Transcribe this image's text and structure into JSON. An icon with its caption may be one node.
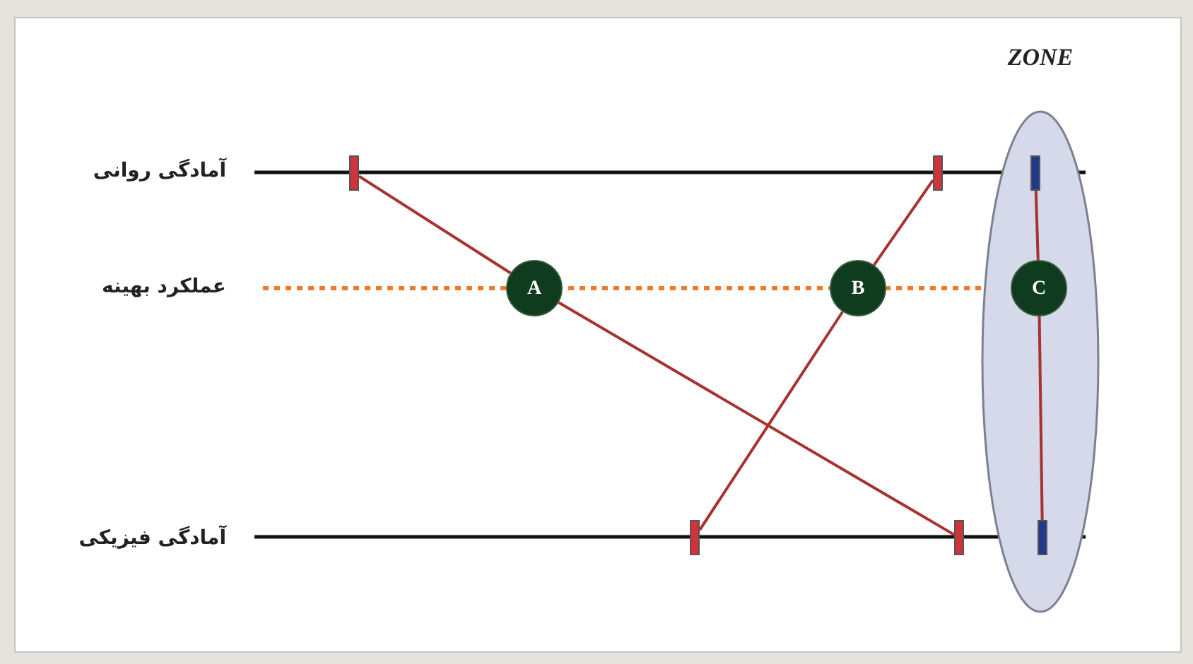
{
  "diagram": {
    "nodes": [
      {
        "text": [
          "ZONE"
        ]
      },
      {
        "text": [],
        "shape": "bar"
      },
      {
        "text": [],
        "shape": "bar"
      },
      {
        "text": [],
        "shape": "bar",
        "in": 0
      },
      {
        "text": [
          "A"
        ]
      },
      {
        "text": [
          "B"
        ]
      },
      {
        "text": [
          "C"
        ],
        "in": 0
      },
      {
        "text": [],
        "shape": "bar"
      },
      {
        "text": [],
        "shape": "bar"
      },
      {
        "text": [],
        "shape": "bar",
        "in": 0
      }
    ],
    "edges": [
      {
        "from": 1,
        "to": 4,
        "arrow": "none"
      },
      {
        "from": 4,
        "to": 8,
        "arrow": "none"
      },
      {
        "from": 2,
        "to": 5,
        "arrow": "none"
      },
      {
        "from": 5,
        "to": 7,
        "arrow": "none"
      },
      {
        "from": 3,
        "to": 6,
        "arrow": "none"
      },
      {
        "from": 6,
        "to": 9,
        "arrow": "none"
      }
    ],
    "labels": [
      "آمادگی روانی",
      "عملکرد بهینه",
      "آمادگی فیزیکی"
    ]
  }
}
